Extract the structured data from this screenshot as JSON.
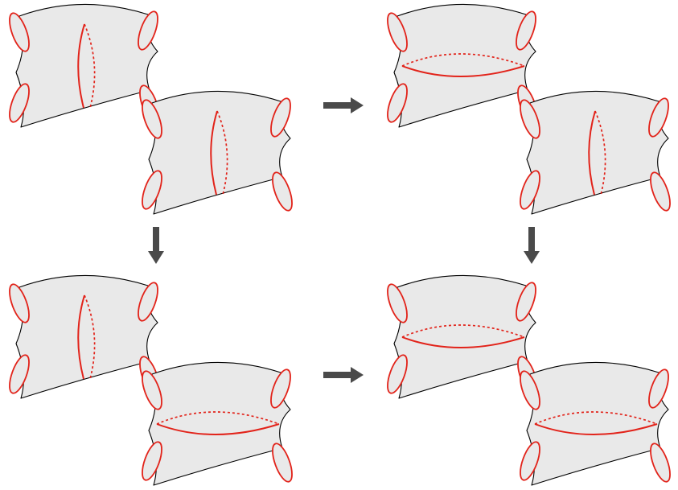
{
  "diagram": {
    "kind": "pants-decomposition-moves",
    "panels": [
      {
        "id": "top-left",
        "piece_a_cut": "vertical",
        "piece_b_cut": "vertical"
      },
      {
        "id": "top-right",
        "piece_a_cut": "horizontal",
        "piece_b_cut": "vertical"
      },
      {
        "id": "bottom-left",
        "piece_a_cut": "vertical",
        "piece_b_cut": "horizontal"
      },
      {
        "id": "bottom-right",
        "piece_a_cut": "horizontal",
        "piece_b_cut": "horizontal"
      }
    ],
    "arrows": [
      {
        "from": "top-left",
        "to": "top-right",
        "direction": "right"
      },
      {
        "from": "top-left",
        "to": "bottom-left",
        "direction": "down"
      },
      {
        "from": "bottom-left",
        "to": "bottom-right",
        "direction": "right"
      },
      {
        "from": "top-right",
        "to": "bottom-right",
        "direction": "down"
      }
    ]
  },
  "colors": {
    "surface_fill": "#e9e9e9",
    "outline": "#000000",
    "curve": "#e2231a",
    "arrow": "#4a4a4a",
    "background": "#ffffff"
  }
}
